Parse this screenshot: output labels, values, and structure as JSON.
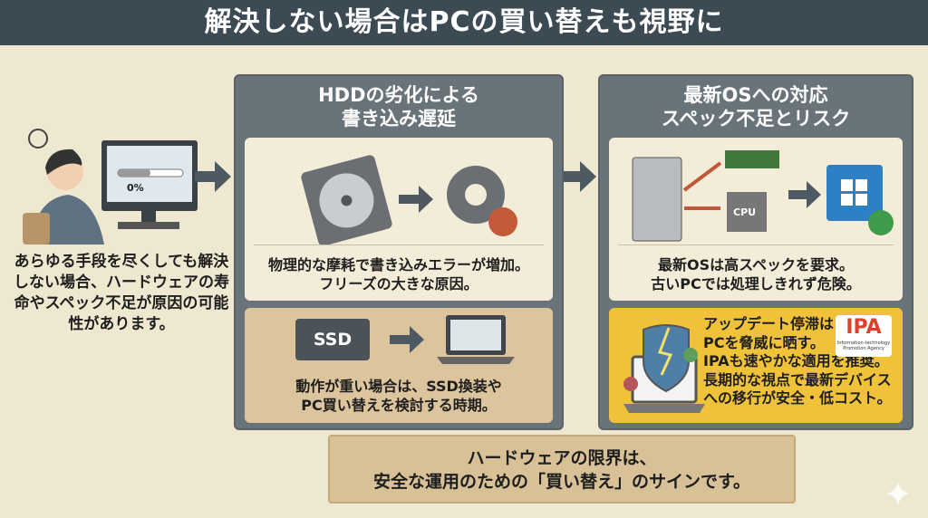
{
  "title": "解決しない場合はPCの買い替えも視野に",
  "left": {
    "progress_label": "0%",
    "progress": 0,
    "text": "あらゆる手段を尽くしても解決しない場合、ハードウェアの寿命やスペック不足が原因の可能性があります。"
  },
  "middle": {
    "heading_line1": "HDDの劣化による",
    "heading_line2": "書き込み遅延",
    "card1_line1": "物理的な摩耗で書き込みエラーが増加。",
    "card1_line2": "フリーズの大きな原因。",
    "ssd_label": "SSD",
    "card2_line1": "動作が重い場合は、SSD換装や",
    "card2_line2": "PC買い替えを検討する時期。"
  },
  "right": {
    "heading_line1": "最新OSへの対応",
    "heading_line2": "スペック不足とリスク",
    "cpu_label": "CPU",
    "card1_line1": "最新OSは高スペックを要求。",
    "card1_line2": "古いPCでは処理しきれず危険。",
    "ipa_logo": "IPA",
    "ipa_sub": "Information-technology Promotion Agency",
    "card2_lines": [
      "アップデート停滞は",
      "PCを脅威に晒す。",
      "IPAも速やかな適用を推奨。",
      "長期的な視点で最新デバイス",
      "への移行が安全・低コスト。"
    ]
  },
  "banner": {
    "line1": "ハードウェアの限界は、",
    "line2": "安全な運用のための「買い替え」のサインです。"
  },
  "colors": {
    "title_bg": "#3c4a54",
    "panel": "#69737a",
    "cream": "#f3ecd8",
    "tan": "#dcc49c",
    "yellow": "#f0c23a"
  }
}
